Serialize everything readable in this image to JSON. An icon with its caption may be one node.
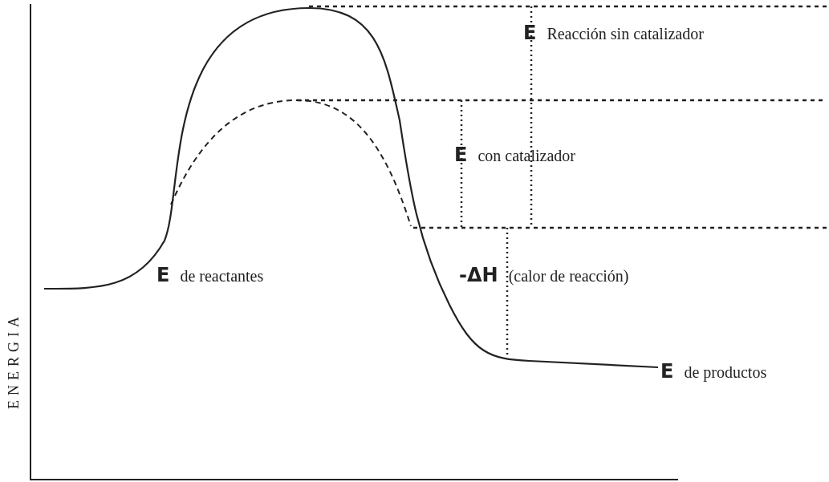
{
  "diagram": {
    "labels": [
      "ENERGIA",
      "**E** Reacción sin catalizador",
      "**E** con catalizador",
      "**E** de reactantes",
      "**-ΔH** (calor de reacción)",
      "**E** de productos"
    ]
  }
}
